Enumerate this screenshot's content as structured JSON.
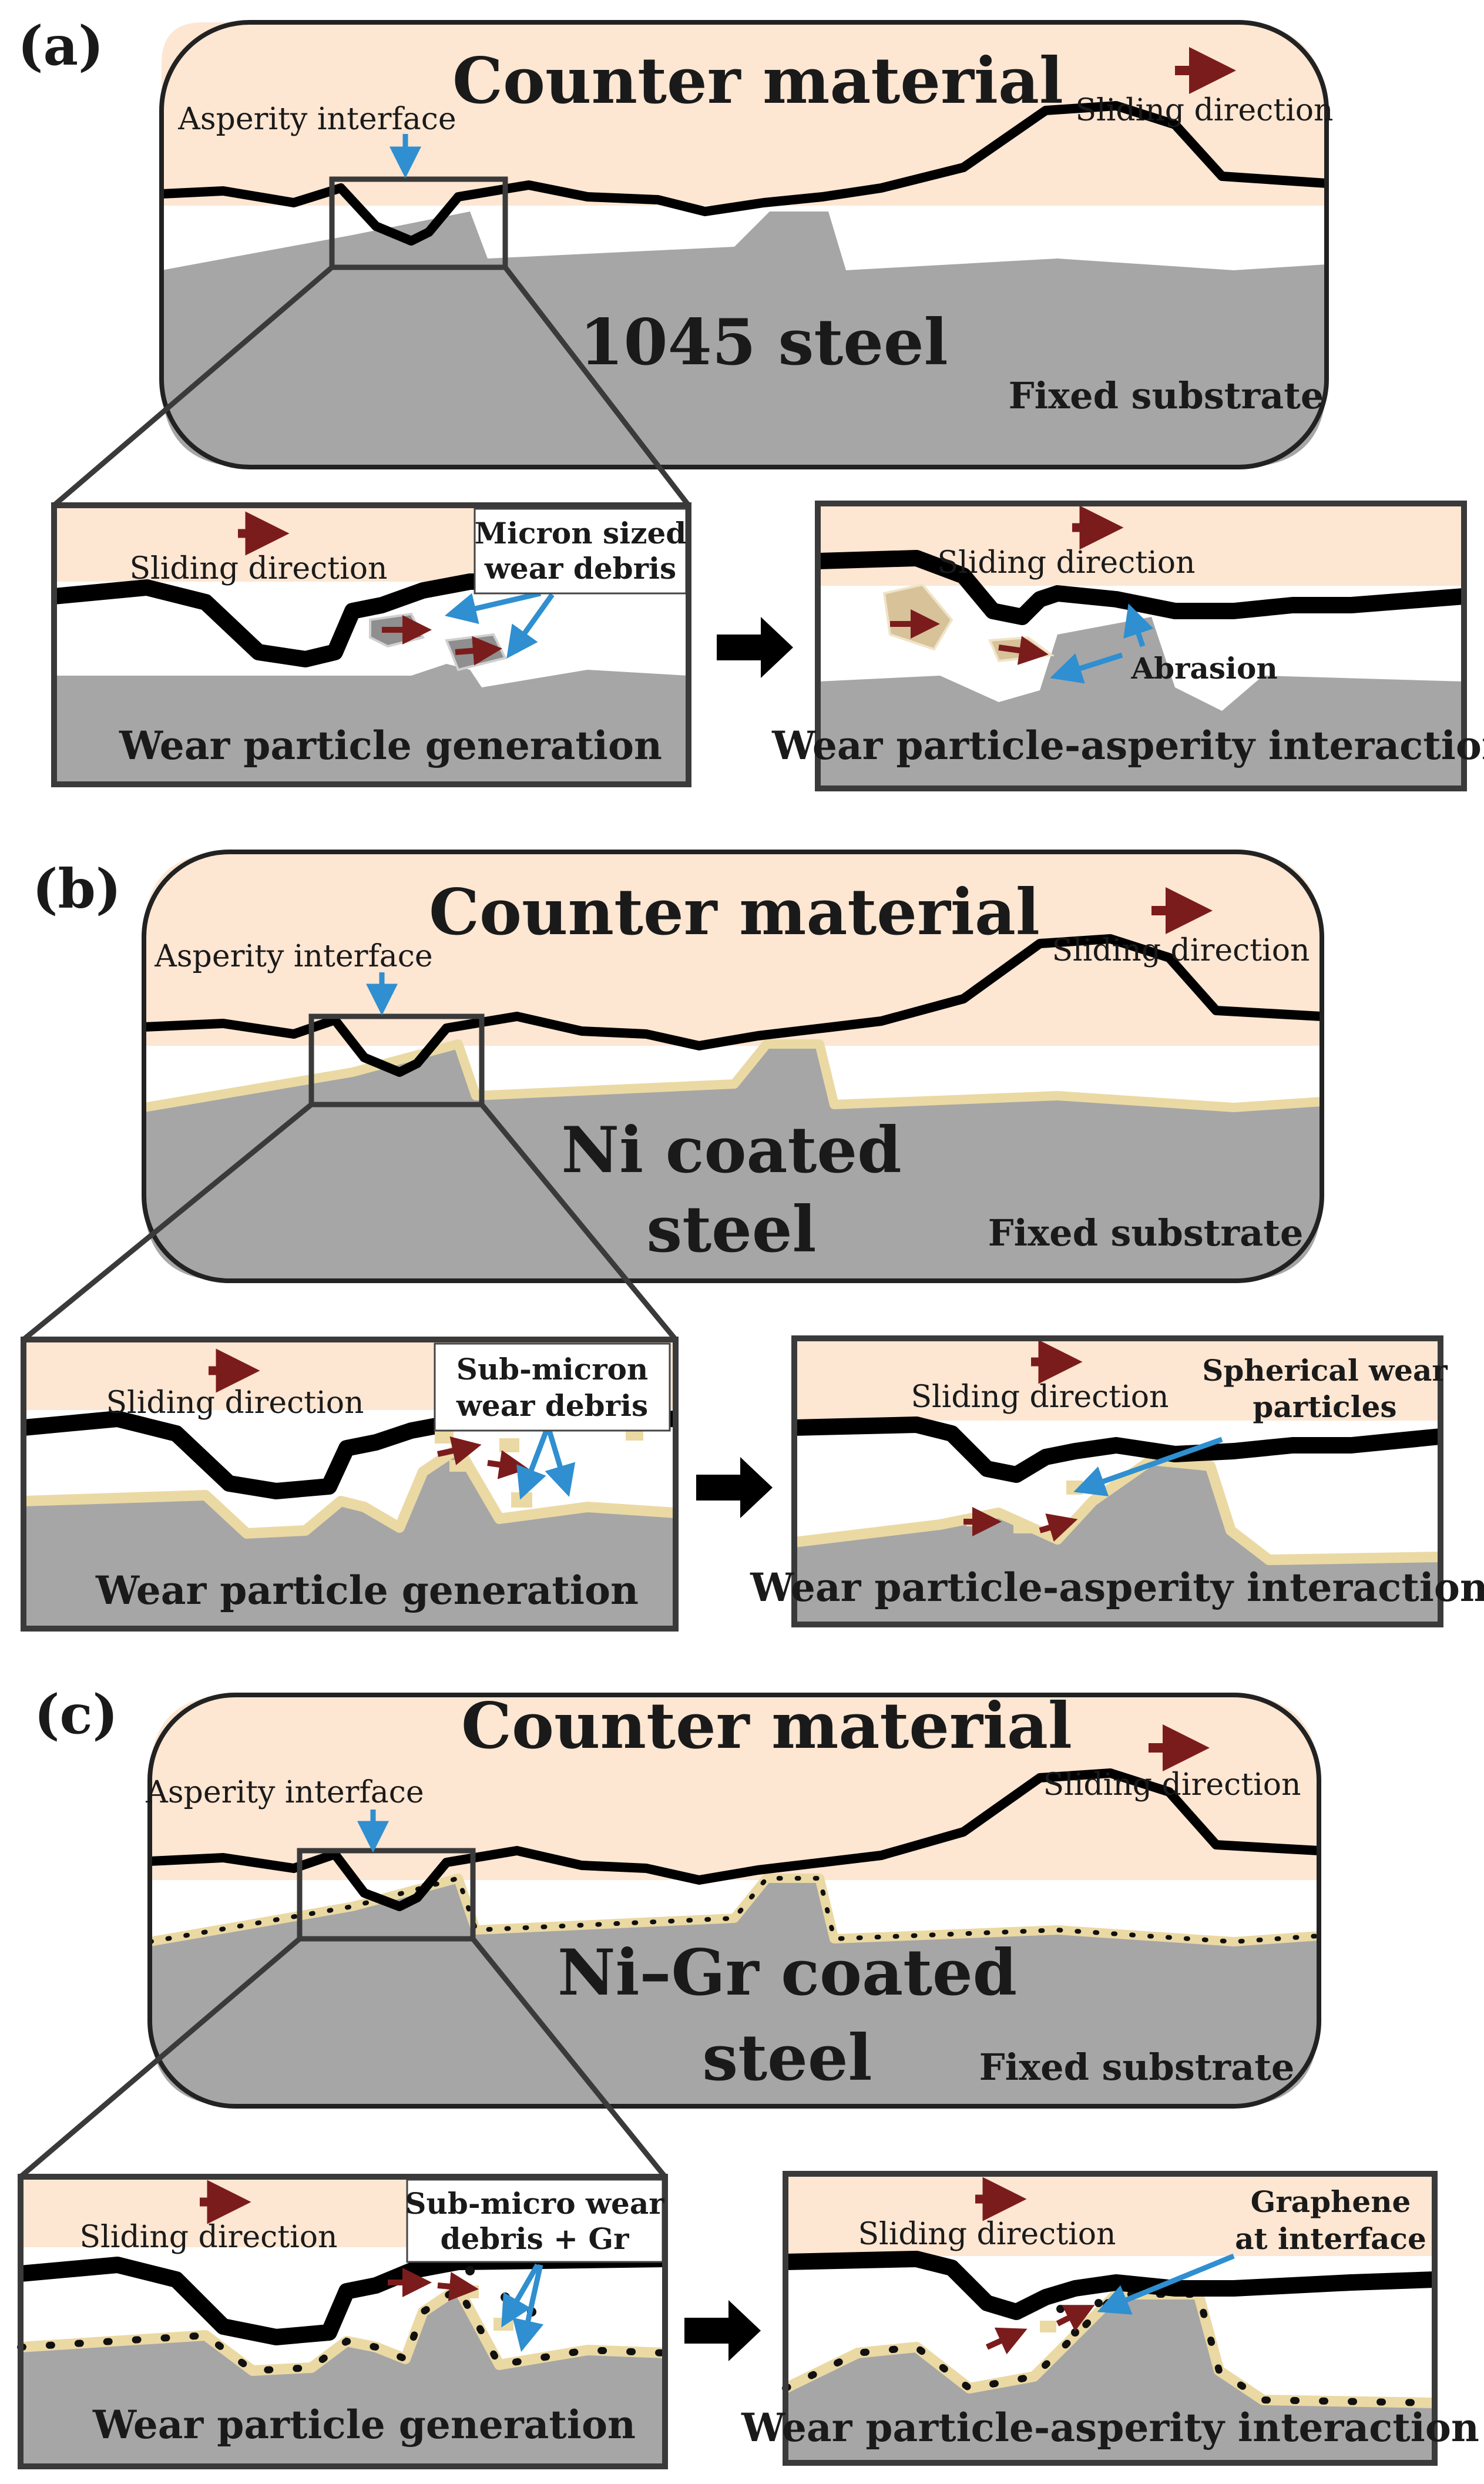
{
  "colors": {
    "counter_fill": "#fde6d2",
    "substrate_fill": "#a6a6a6",
    "coating_fill": "#ebd9a4",
    "debris_steel": "#8f8f8f",
    "debris_tan": "#d7c29a",
    "arrow_red": "#7b1c1c",
    "arrow_blue": "#2f8fd0",
    "interface_line": "#000000"
  },
  "panels": [
    {
      "label": "(a)",
      "counter_title": "Counter material",
      "sliding_direction": "Sliding direction",
      "asperity_interface": "Asperity interface",
      "substrate_title": [
        "1045 steel"
      ],
      "fixed_substrate": "Fixed substrate",
      "coating": "none",
      "left_inset": {
        "sliding_direction": "Sliding direction",
        "callout": [
          "Micron sized",
          "wear debris"
        ],
        "caption": "Wear particle generation"
      },
      "right_inset": {
        "sliding_direction": "Sliding direction",
        "callout": [
          "Abrasion"
        ],
        "caption": "Wear particle-asperity interaction"
      }
    },
    {
      "label": "(b)",
      "counter_title": "Counter material",
      "sliding_direction": "Sliding direction",
      "asperity_interface": "Asperity interface",
      "substrate_title": [
        "Ni coated",
        "steel"
      ],
      "fixed_substrate": "Fixed substrate",
      "coating": "Ni",
      "left_inset": {
        "sliding_direction": "Sliding direction",
        "callout": [
          "Sub-micron",
          "wear debris"
        ],
        "caption": "Wear particle generation"
      },
      "right_inset": {
        "sliding_direction": "Sliding direction",
        "callout": [
          "Spherical wear",
          "particles"
        ],
        "caption": "Wear particle-asperity interaction"
      }
    },
    {
      "label": "(c)",
      "counter_title": "Counter material",
      "sliding_direction": "Sliding direction",
      "asperity_interface": "Asperity interface",
      "substrate_title": [
        "Ni–Gr coated",
        "steel"
      ],
      "fixed_substrate": "Fixed substrate",
      "coating": "Ni-Gr",
      "left_inset": {
        "sliding_direction": "Sliding direction",
        "callout": [
          "Sub-micro wear",
          "debris + Gr"
        ],
        "caption": "Wear particle generation"
      },
      "right_inset": {
        "sliding_direction": "Sliding direction",
        "callout": [
          "Graphene",
          "at interface"
        ],
        "caption": "Wear particle-asperity interaction"
      }
    }
  ]
}
